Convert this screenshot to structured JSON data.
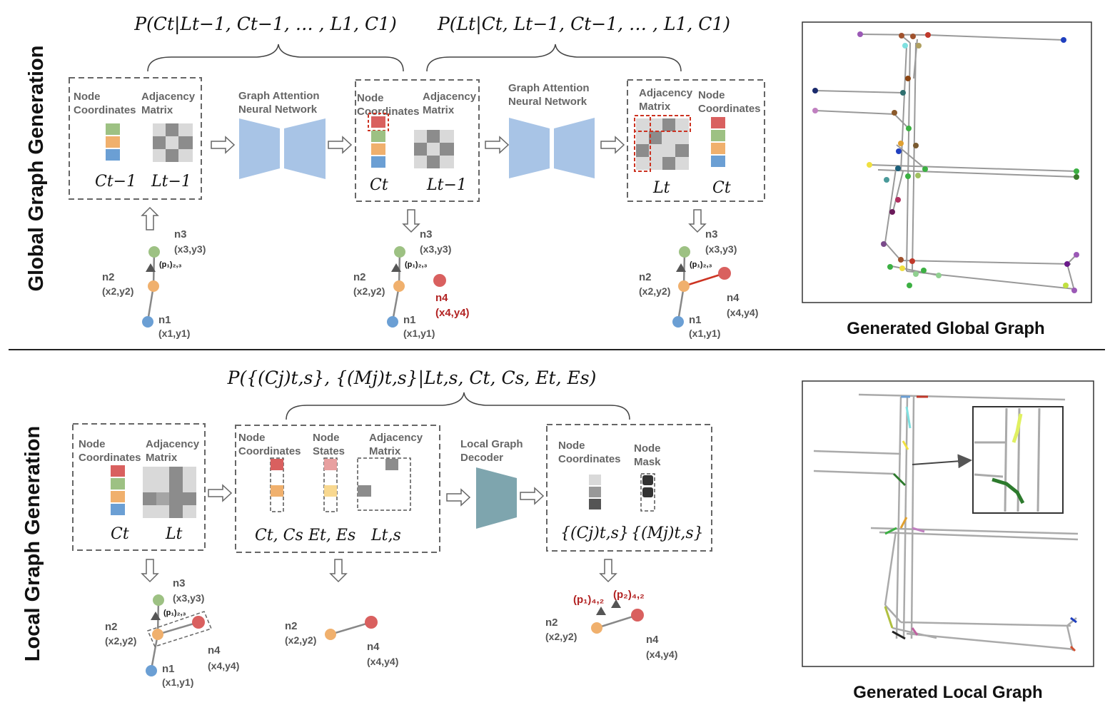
{
  "sections": {
    "global": "Global Graph Generation",
    "local": "Local Graph Generation"
  },
  "formulas": {
    "f1": "P(Ct|Lt−1, Ct−1, … , L1, C1)",
    "f2": "P(Lt|Ct, Lt−1, Ct−1, … , L1, C1)",
    "f3": "P({(Cj)t,s}, {(Mj)t,s}|Lt,s, Ct, Cs, Et, Es)"
  },
  "labels": {
    "node": "Node",
    "coordinates": "Coordinates",
    "adjacency": "Adjacency",
    "matrix": "Matrix",
    "states": "States",
    "mask": "Node",
    "mask2": "Mask",
    "gat1": "Graph Attention",
    "gat2": "Neural Network",
    "lgd1": "Local Graph",
    "lgd2": "Decoder"
  },
  "math": {
    "c_prev": "Ct−1",
    "l_prev": "Lt−1",
    "c_t": "Ct",
    "l_t": "Lt",
    "cts": "Ct, Cs",
    "ets": "Et, Es",
    "lts": "Lt,s",
    "cj": "{(Cj)t,s}",
    "mj": "{(Mj)t,s}"
  },
  "nodes": {
    "n1": "n1",
    "n2": "n2",
    "n3": "n3",
    "n4": "n4",
    "c1": "(x1,y1)",
    "c2": "(x2,y2)",
    "c3": "(x3,y3)",
    "c4": "(x4,y4)",
    "p123": "(p₁)₂,₃",
    "p142": "(p₁)₄,₂",
    "p242": "(p₂)₄,₂"
  },
  "captions": {
    "global": "Generated Global Graph",
    "local": "Generated Local Graph"
  },
  "colors": {
    "red": "#d9605f",
    "green": "#9dc183",
    "orange": "#f0b06d",
    "blue": "#6b9fd4",
    "gat": "#a8c4e6",
    "decoder": "#7ea5ae",
    "edge_red": "#cc3322"
  },
  "icons": [
    "arrow-right-icon",
    "arrow-down-icon",
    "arrow-up-icon"
  ]
}
